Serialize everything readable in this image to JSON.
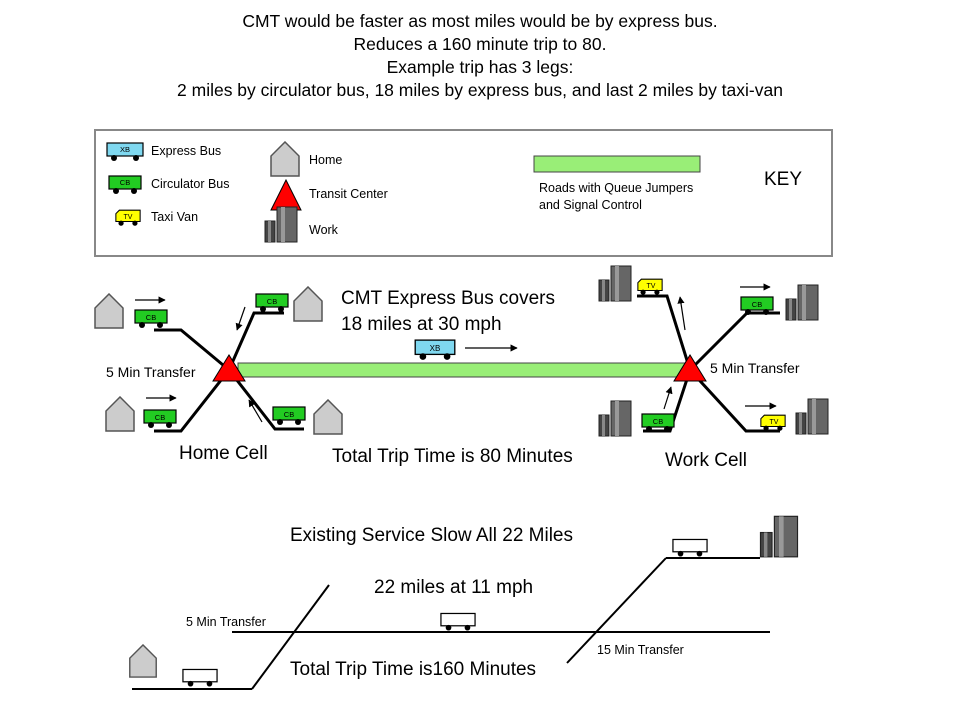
{
  "header": {
    "line1": "CMT would be faster as most miles would be by express bus.",
    "line2": "Reduces a 160 minute trip to 80.",
    "line3": "Example trip has 3 legs:",
    "line4": "2 miles by circulator bus, 18 miles by express bus, and last 2 miles by taxi-van"
  },
  "key": {
    "title": "KEY",
    "express_bus": "Express Bus",
    "circulator_bus": "Circulator Bus",
    "taxi_van": "Taxi Van",
    "home": "Home",
    "transit_center": "Transit Center",
    "work": "Work",
    "roads_line1": "Roads with Queue Jumpers",
    "roads_line2": "and Signal Control",
    "icon_xb": "XB",
    "icon_cb": "CB",
    "icon_tv": "TV"
  },
  "cmt": {
    "headline1": "CMT Express Bus covers",
    "headline2": "18 miles at 30 mph",
    "left_transfer": "5 Min Transfer",
    "right_transfer": "5 Min Transfer",
    "home_cell": "Home Cell",
    "work_cell": "Work Cell",
    "total": "Total Trip Time is 80 Minutes",
    "xb": "XB",
    "cb": "CB",
    "tv": "TV"
  },
  "existing": {
    "headline": "Existing Service Slow All 22 Miles",
    "speed": "22 miles at 11 mph",
    "left_transfer": "5 Min Transfer",
    "right_transfer": "15 Min Transfer",
    "total": "Total Trip Time is160 Minutes"
  },
  "colors": {
    "express_bus": "#7fd8f0",
    "circulator_bus": "#22cc22",
    "taxi_van": "#ffff00",
    "transit_center": "#ff0000",
    "road": "#99ee77",
    "home": "#cccccc",
    "work": "#555555"
  }
}
